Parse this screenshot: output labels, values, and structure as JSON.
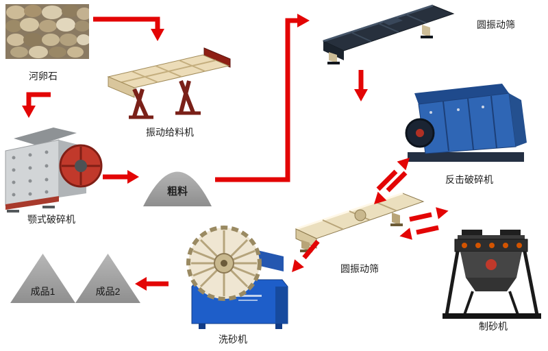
{
  "colors": {
    "arrow": "#e30505",
    "label": "#1c1c1c",
    "cone-gray": "#9c9c9c"
  },
  "nodes": {
    "pebbles": {
      "label": "河卵石"
    },
    "feeder": {
      "label": "振动给料机"
    },
    "jaw": {
      "label": "颚式破碎机"
    },
    "coarse": {
      "label": "粗料"
    },
    "screen1": {
      "label": "圆振动筛"
    },
    "impact": {
      "label": "反击破碎机"
    },
    "screen2": {
      "label": "圆振动筛"
    },
    "sandmaker": {
      "label": "制砂机"
    },
    "washer": {
      "label": "洗砂机"
    },
    "product1": {
      "label": "成品1"
    },
    "product2": {
      "label": "成品2"
    }
  },
  "edges": [
    {
      "from": "河卵石",
      "to": "振动给料机",
      "bidirectional": false
    },
    {
      "from": "河卵石",
      "to": "颚式破碎机",
      "bidirectional": false
    },
    {
      "from": "颚式破碎机",
      "to": "粗料",
      "bidirectional": false
    },
    {
      "from": "粗料",
      "to": "圆振动筛",
      "bidirectional": false
    },
    {
      "from": "圆振动筛",
      "to": "反击破碎机",
      "bidirectional": false
    },
    {
      "from": "反击破碎机",
      "to": "圆振动筛",
      "bidirectional": true
    },
    {
      "from": "圆振动筛",
      "to": "制砂机",
      "bidirectional": true
    },
    {
      "from": "圆振动筛",
      "to": "洗砂机",
      "bidirectional": false
    },
    {
      "from": "洗砂机",
      "to": "成品1 成品2",
      "bidirectional": false
    }
  ]
}
